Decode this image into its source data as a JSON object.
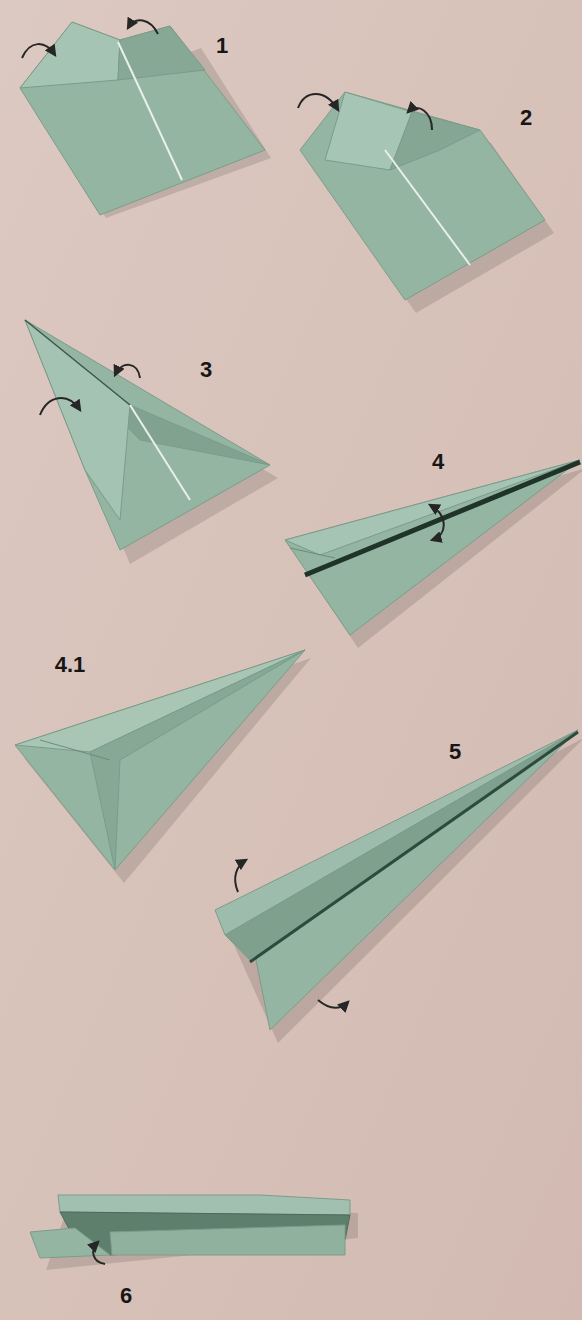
{
  "diagram": {
    "labels": [
      "1",
      "2",
      "3",
      "4",
      "4.1",
      "5",
      "6"
    ]
  }
}
